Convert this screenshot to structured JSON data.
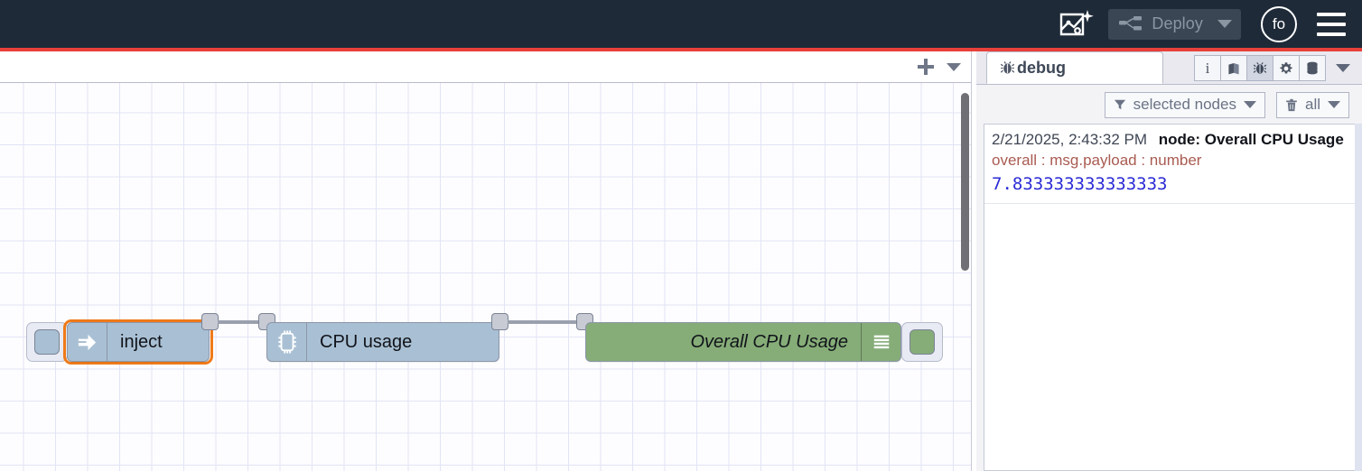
{
  "header": {
    "ai_icon": "flow-sparkle-icon",
    "deploy": {
      "label": "Deploy",
      "icon": "deploy-icon",
      "caret": "chevron-down-icon",
      "disabled": true
    },
    "avatar": {
      "initials": "fo"
    },
    "menu_icon": "hamburger-menu-icon"
  },
  "workspace": {
    "add_tab_icon": "plus-icon",
    "tab_menu_icon": "chevron-down-icon"
  },
  "flow": {
    "nodes": [
      {
        "name": "inject",
        "label": "inject",
        "icon": "arrow-right-icon",
        "color": "blue",
        "selected": true
      },
      {
        "name": "cpu-usage",
        "label": "CPU usage",
        "icon": "cpu-chip-icon",
        "color": "blue",
        "selected": false
      },
      {
        "name": "overall-cpu-usage",
        "label": "Overall CPU Usage",
        "icon": "debug-lines-icon",
        "color": "green",
        "selected": false
      }
    ]
  },
  "sidebar": {
    "tab": {
      "label": "debug",
      "icon": "bug-icon"
    },
    "icon_buttons": [
      {
        "name": "information",
        "icon": "info-icon",
        "active": false
      },
      {
        "name": "help",
        "icon": "book-icon",
        "active": false
      },
      {
        "name": "debug",
        "icon": "bug-icon",
        "active": true
      },
      {
        "name": "configuration",
        "icon": "gear-icon",
        "active": false
      },
      {
        "name": "context",
        "icon": "database-icon",
        "active": false
      }
    ],
    "more_icon": "chevron-down-icon",
    "filters": [
      {
        "name": "node-filter",
        "label": "selected nodes",
        "icon": "filter-icon",
        "caret": "chevron-down-icon"
      },
      {
        "name": "clear-filter",
        "label": "all",
        "icon": "trash-icon",
        "caret": "chevron-down-icon"
      }
    ],
    "messages": [
      {
        "timestamp": "2/21/2025, 2:43:32 PM",
        "node": "node: Overall CPU Usage",
        "property": "overall : msg.payload : number",
        "value": "7.833333333333333"
      }
    ]
  },
  "colors": {
    "header_bg": "#1f2a38",
    "accent_red": "#e8403a",
    "node_blue": "#a9c0d4",
    "node_green": "#86ad78",
    "selection_orange": "#ef7a19",
    "debug_value_blue": "#2b2bd6",
    "debug_topic_red": "#a95b51"
  }
}
